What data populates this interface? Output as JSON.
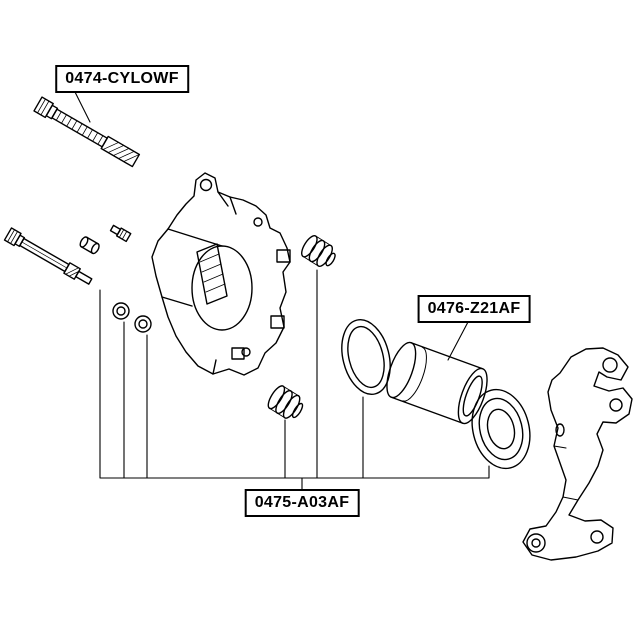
{
  "diagram": {
    "type": "exploded-parts-line-diagram",
    "callouts": [
      {
        "label": "0474-CYLOWF"
      },
      {
        "label": "0476-Z21AF"
      },
      {
        "label": "0475-A03AF"
      }
    ],
    "colors": {
      "line": "#000000",
      "background": "#ffffff",
      "label_border": "#000000"
    }
  }
}
